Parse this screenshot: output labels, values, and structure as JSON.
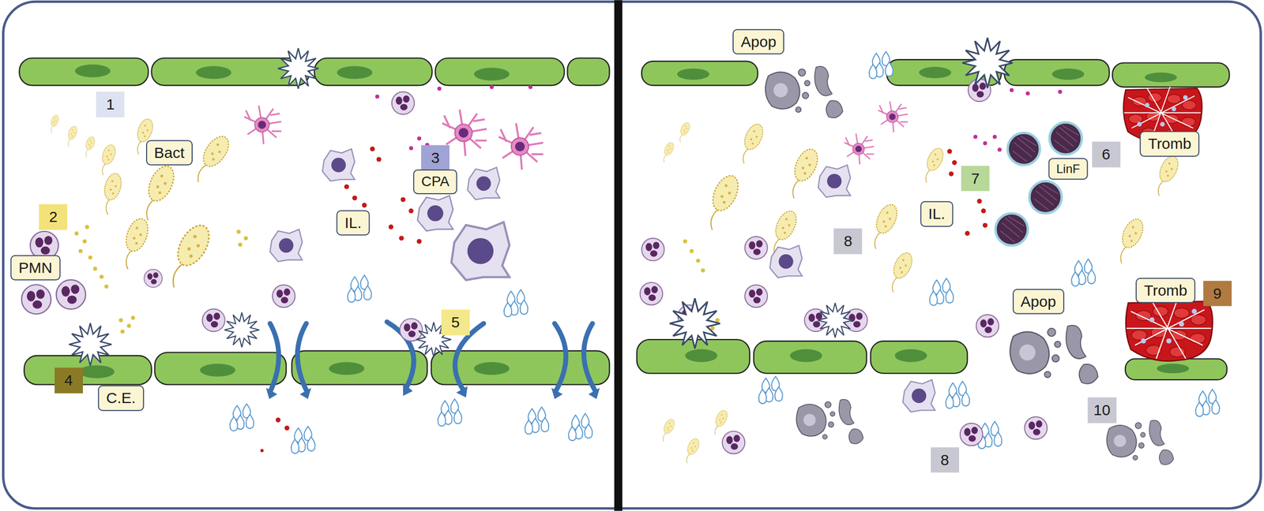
{
  "diagram": {
    "labels": [
      "1",
      "Bact",
      "3",
      "CPA",
      "2",
      "IL.",
      "PMN",
      "5",
      "4",
      "C.E.",
      "Apop",
      "Tromb",
      "6",
      "LinF",
      "7",
      "IL.",
      "8",
      "Apop",
      "Tromb",
      "9",
      "10",
      "8"
    ]
  }
}
